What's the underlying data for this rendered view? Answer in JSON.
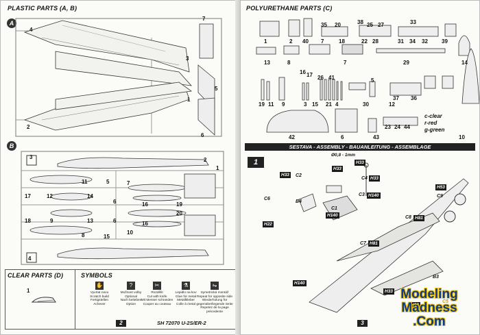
{
  "left_page": {
    "plastic_parts_title": "PLASTIC PARTS (A, B)",
    "sprue_a_label": "A",
    "sprue_b_label": "B",
    "sprue_a_numbers": [
      "4",
      "7",
      "3",
      "5",
      "1",
      "2",
      "6"
    ],
    "sprue_b_numbers": [
      "3",
      "1",
      "2",
      "11",
      "5",
      "7",
      "17",
      "12",
      "14",
      "6",
      "16",
      "19",
      "18",
      "9",
      "13",
      "6",
      "16",
      "20",
      "10",
      "8",
      "15",
      "4"
    ],
    "clear_parts_title": "CLEAR PARTS (D)",
    "clear_part_number": "1",
    "symbols_title": "SYMBOLS",
    "symbols": [
      {
        "icon": "hand-icon",
        "lines": [
          "Vyvrtat novu",
          "Scratch build",
          "Fertigstellen",
          "Achever"
        ]
      },
      {
        "icon": "option-icon",
        "lines": [
          "Možnost volby",
          "Optional",
          "Nach belieben",
          "Option"
        ]
      },
      {
        "icon": "knife-icon",
        "lines": [
          "Rozdělit",
          "Cut with knife",
          "Mit Messer schneiden",
          "Couper au couteau"
        ]
      },
      {
        "icon": "glue-icon",
        "lines": [
          "Lepidlo na kov",
          "Glue for metal",
          "Metallkleber",
          "Colle à metal"
        ]
      },
      {
        "icon": "symmetry-icon",
        "lines": [
          "Symetrická montáž",
          "Repeat for opposite side",
          "Wiederholung für",
          "gegenüberliegende Seite",
          "Repetez de la page",
          "précedente"
        ]
      }
    ],
    "page_number": "2",
    "footer_code": "SH 72070  U-2S/ER-2"
  },
  "right_page": {
    "polyurethane_title": "POLYURETHANE PARTS (C)",
    "resin_numbers": [
      "1",
      "2",
      "40",
      "35",
      "20",
      "7",
      "18",
      "38",
      "25",
      "27",
      "22",
      "28",
      "33",
      "31",
      "34",
      "32",
      "39",
      "13",
      "8",
      "7",
      "29",
      "14",
      "16",
      "17",
      "19",
      "11",
      "9",
      "3",
      "15",
      "26",
      "41",
      "21",
      "4",
      "30",
      "5",
      "37",
      "36",
      "42",
      "6",
      "43",
      "23",
      "24",
      "44",
      "10",
      "12"
    ],
    "color_legend": [
      "c-clear",
      "r-red",
      "g-green"
    ],
    "assembly_bar": "SESTAVA - ASSEMBLY - BAUANLEITUNG - ASSEMBLAGE",
    "step_number": "1",
    "drill_note": "Ø0,8 - 1mm",
    "tags": [
      "H33",
      "H33",
      "H33",
      "H33",
      "H33",
      "H22",
      "H140",
      "H140",
      "H81",
      "H81",
      "H53",
      "H140",
      "H33"
    ],
    "callouts": [
      "C2",
      "C4",
      "C6",
      "B4",
      "C1",
      "C3",
      "C8",
      "C7",
      "C9",
      "B3",
      "C5"
    ],
    "page_number": "3",
    "watermark": [
      "Modeling",
      "Madness",
      ".Com"
    ]
  }
}
